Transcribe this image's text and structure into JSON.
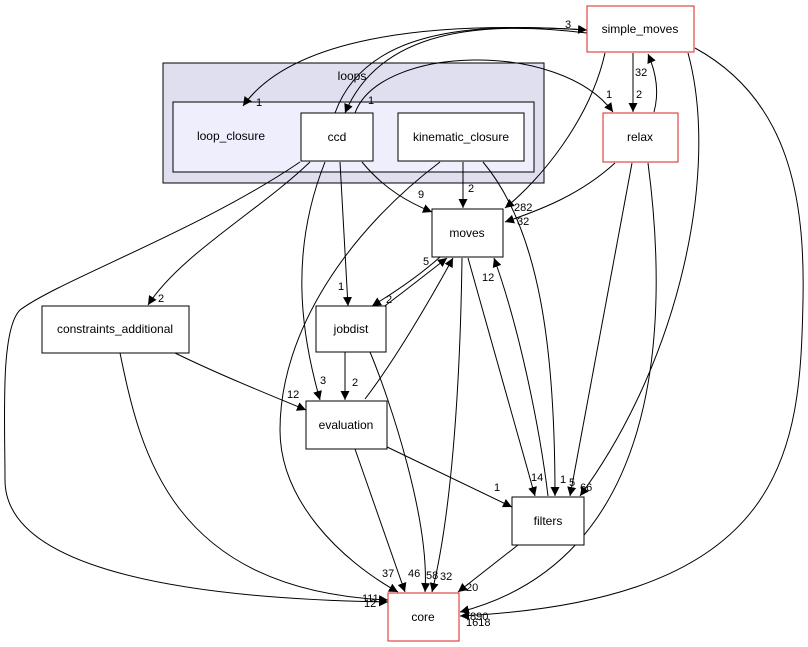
{
  "clusters": {
    "loops": {
      "label": "loops"
    }
  },
  "nodes": {
    "simple_moves": "simple_moves",
    "relax": "relax",
    "loop_closure": "loop_closure",
    "ccd": "ccd",
    "kinematic_closure": "kinematic_closure",
    "moves": "moves",
    "constraints_additional": "constraints_additional",
    "jobdist": "jobdist",
    "evaluation": "evaluation",
    "filters": "filters",
    "core": "core"
  },
  "edge_labels": {
    "sm_ccd": "3",
    "ccd_sm": "1",
    "ccd_lc": "1",
    "lc_relax": "1",
    "sm_relax": "2",
    "relax_sm": "32",
    "kc_moves": "2",
    "ccd_moves": "9",
    "moves_count_a": "282",
    "moves_count_b": "32",
    "ccd_constraints": "2",
    "ccd_jobdist": "1",
    "jobdist_moves": "5",
    "moves_jobdist": "2",
    "moves_filters_a": "12",
    "jobdist_eval": "2",
    "ccd_eval": "3",
    "constraints_eval": "12",
    "moves_filters": "14",
    "kc_filters": "1",
    "sm_filters": "5",
    "relax_filters": "66",
    "eval_filters": "1",
    "core_in_111": "111",
    "core_in_12": "12",
    "core_in_37": "37",
    "core_in_46": "46",
    "core_in_58": "58",
    "core_in_32": "32",
    "filters_core": "20",
    "core_in_890": "890",
    "core_in_1618": "1618"
  },
  "colors": {
    "cluster_fill": "#dfdfef",
    "cluster_inner_fill": "#eeeefc",
    "highlight_border": "#dd2222",
    "edge": "#000000"
  }
}
